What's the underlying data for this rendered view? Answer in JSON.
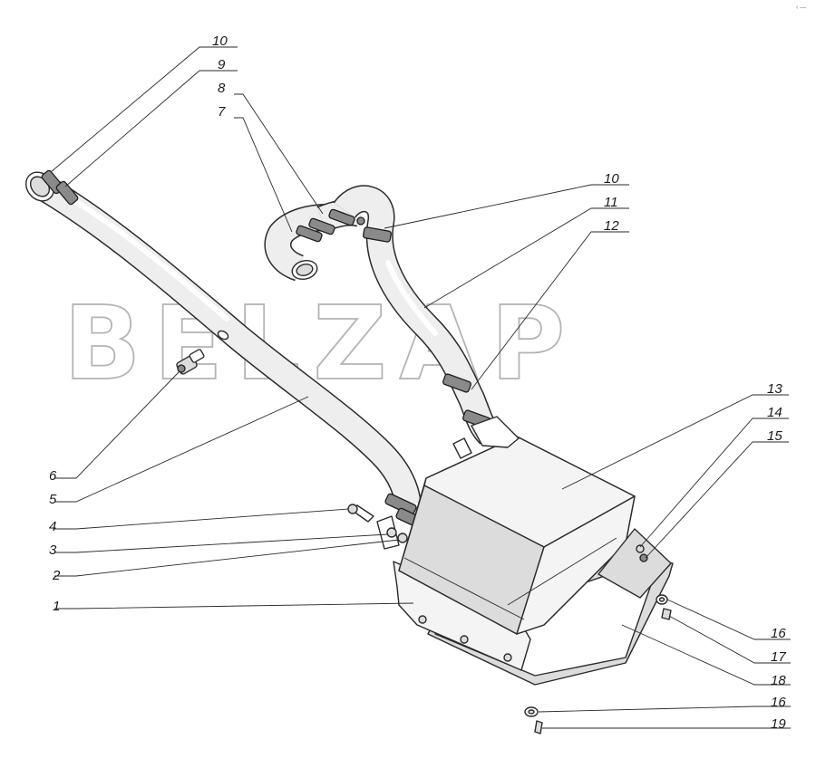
{
  "watermark": "BELZAP",
  "corner_mark": "‹ —",
  "callouts": [
    {
      "id": "c10a",
      "label": "10"
    },
    {
      "id": "c9",
      "label": "9"
    },
    {
      "id": "c8",
      "label": "8"
    },
    {
      "id": "c7",
      "label": "7"
    },
    {
      "id": "c10b",
      "label": "10"
    },
    {
      "id": "c11",
      "label": "11"
    },
    {
      "id": "c12",
      "label": "12"
    },
    {
      "id": "c13",
      "label": "13"
    },
    {
      "id": "c14",
      "label": "14"
    },
    {
      "id": "c15",
      "label": "15"
    },
    {
      "id": "c6",
      "label": "6"
    },
    {
      "id": "c5",
      "label": "5"
    },
    {
      "id": "c4",
      "label": "4"
    },
    {
      "id": "c3",
      "label": "3"
    },
    {
      "id": "c2",
      "label": "2"
    },
    {
      "id": "c1",
      "label": "1"
    },
    {
      "id": "c16a",
      "label": "16"
    },
    {
      "id": "c17",
      "label": "17"
    },
    {
      "id": "c18",
      "label": "18"
    },
    {
      "id": "c16b",
      "label": "16"
    },
    {
      "id": "c19",
      "label": "19"
    }
  ]
}
